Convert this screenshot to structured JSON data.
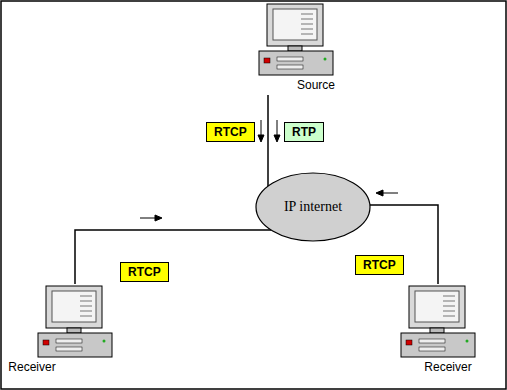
{
  "diagram": {
    "nodes": [
      {
        "text": [
          "Source"
        ]
      },
      {
        "text": [
          "RTCP"
        ]
      },
      {
        "text": [
          "RTP"
        ]
      },
      {
        "text": [
          "IP internet"
        ]
      },
      {
        "text": [
          "RTCP"
        ]
      },
      {
        "text": [
          "RTCP"
        ]
      },
      {
        "text": [
          "Receiver"
        ]
      },
      {
        "text": [
          "Receiver"
        ]
      }
    ],
    "edges": [
      {
        "from": 0,
        "to": 3,
        "arrow": "none"
      },
      {
        "from": 6,
        "to": 3,
        "arrow": "none"
      },
      {
        "from": 7,
        "to": 3,
        "arrow": "none"
      }
    ]
  }
}
